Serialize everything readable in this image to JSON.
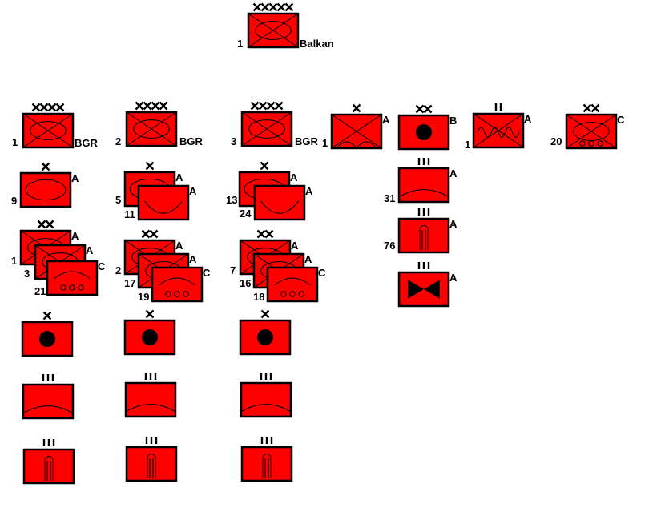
{
  "colors": {
    "unit_fill": "#ff0000",
    "outline": "#000000",
    "background": "#ffffff"
  },
  "units": [
    {
      "id": "u-top",
      "designation": "1",
      "suffix": "Balkan",
      "symbol": "armored-infantry",
      "echelon": "XXXXX"
    },
    {
      "id": "u-1bgr",
      "designation": "1",
      "suffix": "BGR",
      "symbol": "armored-infantry",
      "echelon": "XXXX"
    },
    {
      "id": "u-2bgr",
      "designation": "2",
      "suffix": "BGR",
      "symbol": "armored-infantry",
      "echelon": "XXXX"
    },
    {
      "id": "u-3bgr",
      "designation": "3",
      "suffix": "BGR",
      "symbol": "armored-infantry",
      "echelon": "XXXX"
    },
    {
      "id": "u-1a-mtn",
      "designation": "1",
      "suffix": "A",
      "symbol": "mountain-infantry",
      "echelon": "X"
    },
    {
      "id": "u-b-art",
      "designation": "",
      "suffix": "B",
      "symbol": "artillery",
      "echelon": "XX"
    },
    {
      "id": "u-1a-mtn2",
      "designation": "1",
      "suffix": "A",
      "symbol": "mountain-cavalry",
      "echelon": "II"
    },
    {
      "id": "u-20c",
      "designation": "20",
      "suffix": "C",
      "symbol": "motorized-armored-infantry",
      "echelon": "XX"
    },
    {
      "id": "u-9a",
      "designation": "9",
      "suffix": "A",
      "symbol": "armor",
      "echelon": "X"
    },
    {
      "id": "u-5a",
      "designation": "5",
      "suffix": "A",
      "symbol": "armor",
      "echelon": "X"
    },
    {
      "id": "u-11a",
      "designation": "11",
      "suffix": "A",
      "symbol": "cavalry",
      "echelon": ""
    },
    {
      "id": "u-13a",
      "designation": "13",
      "suffix": "A",
      "symbol": "armor",
      "echelon": "X"
    },
    {
      "id": "u-24a",
      "designation": "24",
      "suffix": "A",
      "symbol": "cavalry",
      "echelon": ""
    },
    {
      "id": "u-31a",
      "designation": "31",
      "suffix": "A",
      "symbol": "mountain",
      "echelon": "III"
    },
    {
      "id": "u-1a-div",
      "designation": "1",
      "suffix": "A",
      "symbol": "armored-infantry",
      "echelon": "XX"
    },
    {
      "id": "u-3a",
      "designation": "3",
      "suffix": "A",
      "symbol": "armored-infantry",
      "echelon": ""
    },
    {
      "id": "u-21c",
      "designation": "21",
      "suffix": "C",
      "symbol": "motorized-infantry",
      "echelon": ""
    },
    {
      "id": "u-2a",
      "designation": "2",
      "suffix": "A",
      "symbol": "armored-infantry",
      "echelon": "XX"
    },
    {
      "id": "u-17a",
      "designation": "17",
      "suffix": "A",
      "symbol": "armored-infantry",
      "echelon": ""
    },
    {
      "id": "u-19c",
      "designation": "19",
      "suffix": "C",
      "symbol": "motorized-infantry",
      "echelon": ""
    },
    {
      "id": "u-7a",
      "designation": "7",
      "suffix": "A",
      "symbol": "armored-infantry",
      "echelon": "XX"
    },
    {
      "id": "u-16a",
      "designation": "16",
      "suffix": "A",
      "symbol": "armored-infantry",
      "echelon": ""
    },
    {
      "id": "u-18c",
      "designation": "18",
      "suffix": "C",
      "symbol": "motorized-infantry",
      "echelon": ""
    },
    {
      "id": "u-76a",
      "designation": "76",
      "suffix": "A",
      "symbol": "rocket-artillery",
      "echelon": "III"
    },
    {
      "id": "u-fortress-a",
      "designation": "",
      "suffix": "A",
      "symbol": "fortress",
      "echelon": "III"
    },
    {
      "id": "u-art-col1",
      "designation": "",
      "suffix": "",
      "symbol": "artillery",
      "echelon": "X"
    },
    {
      "id": "u-art-col2",
      "designation": "",
      "suffix": "",
      "symbol": "artillery",
      "echelon": "X"
    },
    {
      "id": "u-art-col3",
      "designation": "",
      "suffix": "",
      "symbol": "artillery",
      "echelon": "X"
    },
    {
      "id": "u-mtn-col1",
      "designation": "",
      "suffix": "",
      "symbol": "mountain",
      "echelon": "III"
    },
    {
      "id": "u-mtn-col2",
      "designation": "",
      "suffix": "",
      "symbol": "mountain",
      "echelon": "III"
    },
    {
      "id": "u-mtn-col3",
      "designation": "",
      "suffix": "",
      "symbol": "mountain",
      "echelon": "III"
    },
    {
      "id": "u-rkt-col1",
      "designation": "",
      "suffix": "",
      "symbol": "rocket-artillery",
      "echelon": "III"
    },
    {
      "id": "u-rkt-col2",
      "designation": "",
      "suffix": "",
      "symbol": "rocket-artillery",
      "echelon": "III"
    },
    {
      "id": "u-rkt-col3",
      "designation": "",
      "suffix": "",
      "symbol": "rocket-artillery",
      "echelon": "III"
    }
  ]
}
